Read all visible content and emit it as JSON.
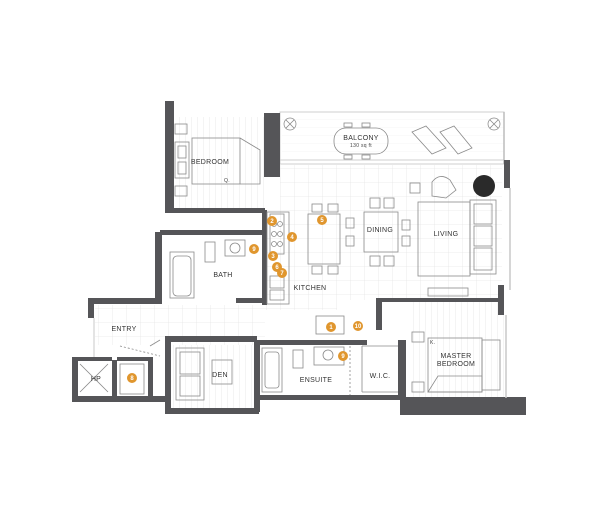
{
  "colors": {
    "wall": "#555558",
    "furniture": "#8a8a8a",
    "marker": "#e0962e",
    "tile": "#e4e4e4"
  },
  "rooms": {
    "balcony": "BALCONY",
    "balcony_area": "130 sq ft",
    "bedroom": "BEDROOM",
    "bedroom_bed": "Q.",
    "dining": "DINING",
    "living": "LIVING",
    "bath": "BATH",
    "kitchen": "KITCHEN",
    "entry": "ENTRY",
    "den": "DEN",
    "ensuite": "ENSUITE",
    "wic": "W.I.C.",
    "master_line1": "MASTER",
    "master_line2": "BEDROOM",
    "master_bed": "K.",
    "hp": "HP"
  },
  "markers": [
    "1",
    "2",
    "3",
    "4",
    "5",
    "6",
    "7",
    "8",
    "9",
    "9",
    "10"
  ]
}
